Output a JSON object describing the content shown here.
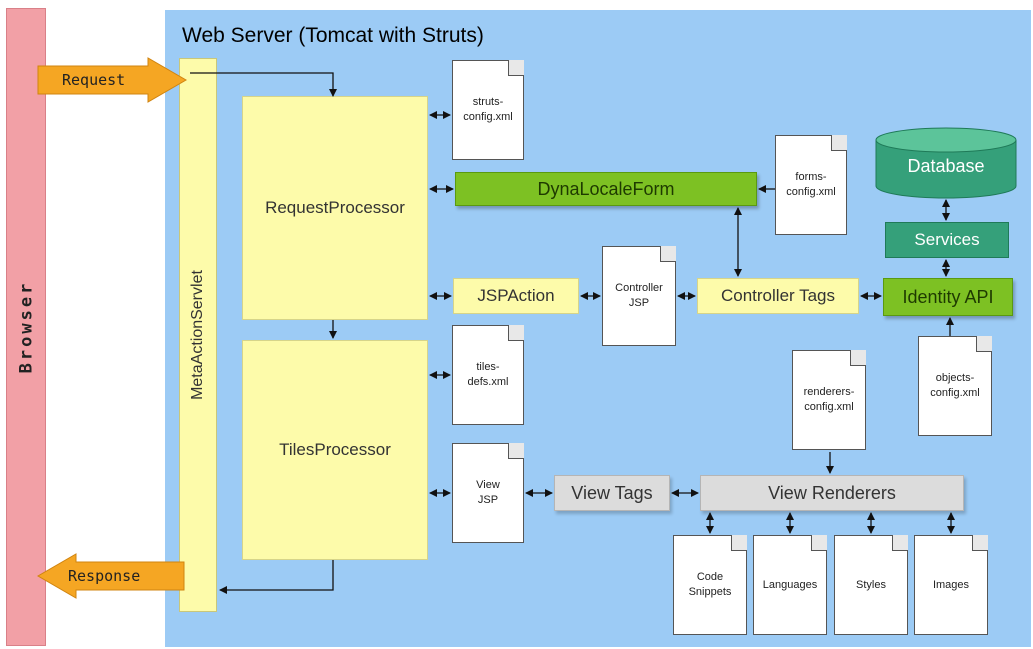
{
  "browser": {
    "label": "Browser"
  },
  "server": {
    "title": "Web Server (Tomcat with Struts)"
  },
  "flow": {
    "request": "Request",
    "response": "Response"
  },
  "servlet": {
    "label": "MetaActionServlet"
  },
  "processors": {
    "request": "RequestProcessor",
    "tiles": "TilesProcessor"
  },
  "components": {
    "dyna_form": "DynaLocaleForm",
    "jsp_action": "JSPAction",
    "controller_tags": "Controller Tags",
    "identity_api": "Identity API",
    "services": "Services",
    "database": "Database",
    "view_tags": "View Tags",
    "view_renderers": "View Renderers"
  },
  "documents": {
    "struts_config": "struts-\nconfig.xml",
    "forms_config": "forms-\nconfig.xml",
    "controller_jsp": "Controller\nJSP",
    "tiles_defs": "tiles-\ndefs.xml",
    "objects_config": "objects-\nconfig.xml",
    "renderers_config": "renderers-\nconfig.xml",
    "view_jsp": "View\nJSP",
    "code_snippets": "Code\nSnippets",
    "languages": "Languages",
    "styles": "Styles",
    "images": "Images"
  },
  "colors": {
    "browser": "#f2a0a6",
    "server_bg": "#9ccbf5",
    "processor": "#fdfbaa",
    "green": "#7dc123",
    "teal": "#35a07a",
    "gray": "#dcdcdc",
    "orange_arrow": "#f5a623"
  }
}
